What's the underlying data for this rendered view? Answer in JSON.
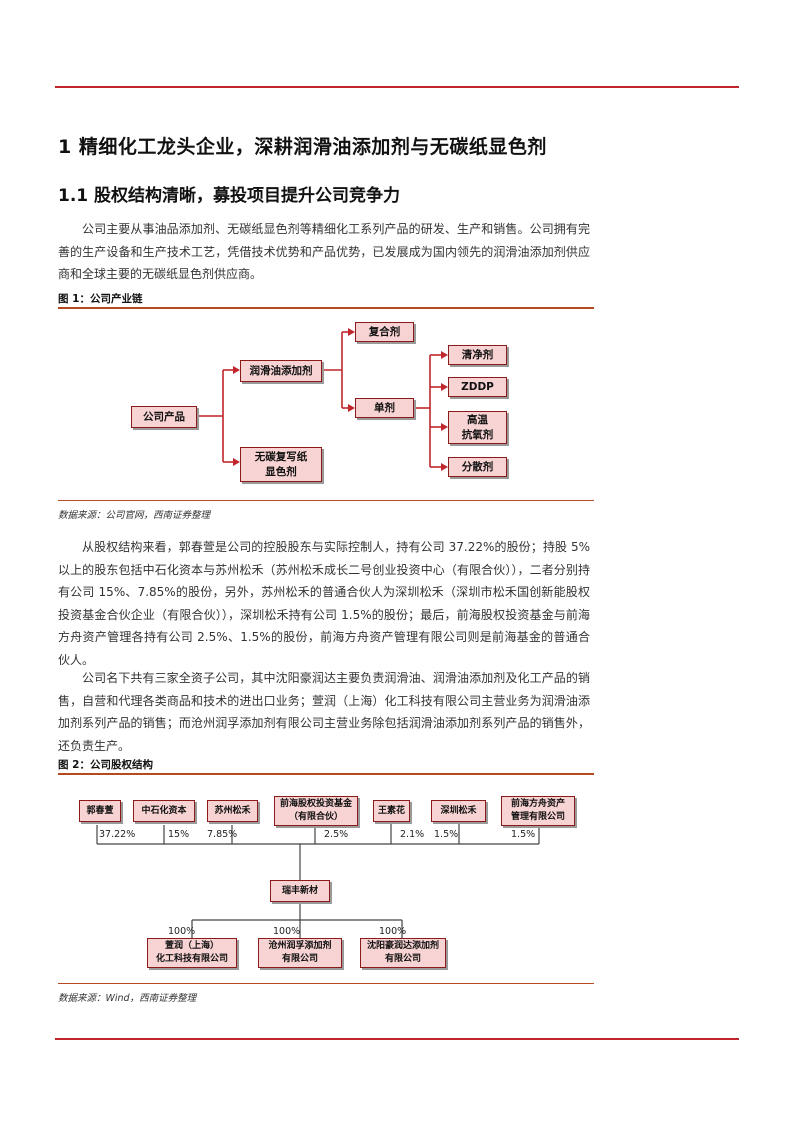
{
  "heading1": "1 精细化工龙头企业，深耕润滑油添加剂与无碳纸显色剂",
  "heading2": "1.1 股权结构清晰，募投项目提升公司竞争力",
  "paragraphs": [
    "公司主要从事油品添加剂、无碳纸显色剂等精细化工系列产品的研发、生产和销售。公司拥有完善的生产设备和生产技术工艺，凭借技术优势和产品优势，已发展成为国内领先的润滑油添加剂供应商和全球主要的无碳纸显色剂供应商。",
    "从股权结构来看，郭春萱是公司的控股股东与实际控制人，持有公司 37.22%的股份；持股 5%以上的股东包括中石化资本与苏州松禾（苏州松禾成长二号创业投资中心（有限合伙）），二者分别持有公司 15%、7.85%的股份，另外，苏州松禾的普通合伙人为深圳松禾（深圳市松禾国创新能股权投资基金合伙企业（有限合伙）），深圳松禾持有公司 1.5%的股份；最后，前海股权投资基金与前海方舟资产管理各持有公司 2.5%、1.5%的股份，前海方舟资产管理有限公司则是前海基金的普通合伙人。",
    "公司名下共有三家全资子公司，其中沈阳豪润达主要负责润滑油、润滑油添加剂及化工产品的销售，自营和代理各类商品和技术的进出口业务；萱润（上海）化工科技有限公司主营业务为润滑油添加剂系列产品的销售；而沧州润孚添加剂有限公司主营业务除包括润滑油添加剂系列产品的销售外，还负责生产。"
  ],
  "figure1": {
    "title": "图 1：公司产业链",
    "source": "数据来源：公司官网，西南证券整理",
    "nodes": {
      "company_products": "公司产品",
      "lubricant_additive": "润滑油添加剂",
      "carbonless_line1": "无碳复写纸",
      "carbonless_line2": "显色剂",
      "compound_agent": "复合剂",
      "single_agent": "单剂",
      "detergent": "清净剂",
      "zddp": "ZDDP",
      "antioxidant_line1": "高温",
      "antioxidant_line2": "抗氧剂",
      "dispersant": "分散剂"
    }
  },
  "figure2": {
    "title": "图 2：公司股权结构",
    "source": "数据来源：Wind，西南证券整理",
    "shareholders": [
      {
        "name": "郭春萱",
        "line2": "",
        "pct": "37.22%"
      },
      {
        "name": "中石化资本",
        "line2": "",
        "pct": "15%"
      },
      {
        "name": "苏州松禾",
        "line2": "",
        "pct": "7.85%"
      },
      {
        "name": "前海股权投资基金",
        "line2": "（有限合伙）",
        "pct": "2.5%"
      },
      {
        "name": "王素花",
        "line2": "",
        "pct": "2.1%"
      },
      {
        "name": "深圳松禾",
        "line2": "",
        "pct": "1.5%"
      },
      {
        "name": "前海方舟资产",
        "line2": "管理有限公司",
        "pct": "1.5%"
      }
    ],
    "company": "瑞丰新材",
    "subsidiaries": [
      {
        "line1": "萱润（上海）",
        "line2": "化工科技有限公司",
        "pct": "100%"
      },
      {
        "line1": "沧州润孚添加剂",
        "line2": "有限公司",
        "pct": "100%"
      },
      {
        "line1": "沈阳豪润达添加剂",
        "line2": "有限公司",
        "pct": "100%"
      }
    ]
  }
}
